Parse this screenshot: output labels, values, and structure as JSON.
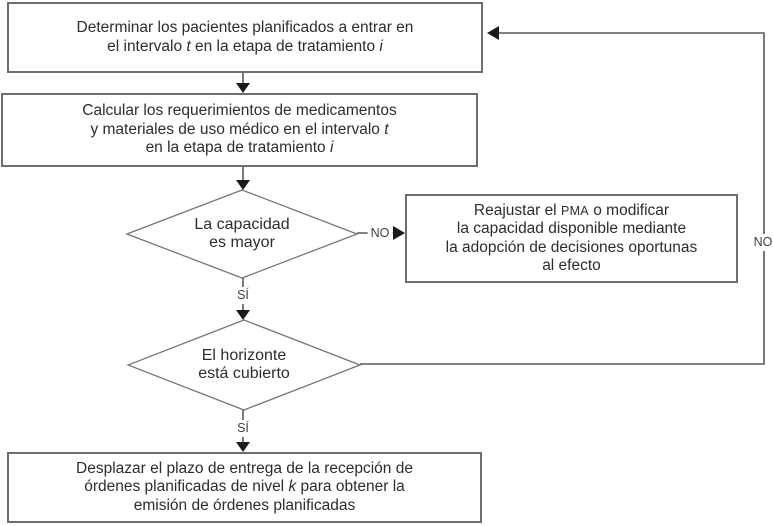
{
  "palette": {
    "background": "#ffffff",
    "box_border": "#6d6e70",
    "diamond_border": "#77787a",
    "connector": "#58595b",
    "arrowhead": "#1a1a1a",
    "text": "#2d2d2d"
  },
  "nodes": {
    "box_determinar": {
      "lines": [
        [
          {
            "t": "Determinar los pacientes planificados a entrar en"
          }
        ],
        [
          {
            "t": "el intervalo "
          },
          {
            "t": "t",
            "i": true
          },
          {
            "t": " en la etapa de tratamiento "
          },
          {
            "t": "i",
            "i": true
          }
        ]
      ]
    },
    "box_calcular": {
      "lines": [
        [
          {
            "t": "Calcular los requerimientos de medicamentos"
          }
        ],
        [
          {
            "t": "y materiales de uso médico en el intervalo "
          },
          {
            "t": "t",
            "i": true
          }
        ],
        [
          {
            "t": "en la etapa de tratamiento "
          },
          {
            "t": "i",
            "i": true
          }
        ]
      ]
    },
    "decision_capacidad": {
      "lines": [
        [
          {
            "t": "La capacidad"
          }
        ],
        [
          {
            "t": "es mayor"
          }
        ]
      ]
    },
    "box_reajustar": {
      "lines": [
        [
          {
            "t": "Reajustar el "
          },
          {
            "t": "PMA",
            "sc": true
          },
          {
            "t": " o modificar"
          }
        ],
        [
          {
            "t": "la capacidad disponible mediante"
          }
        ],
        [
          {
            "t": "la adopción de decisiones oportunas"
          }
        ],
        [
          {
            "t": "al efecto"
          }
        ]
      ]
    },
    "decision_horizonte": {
      "lines": [
        [
          {
            "t": "El horizonte"
          }
        ],
        [
          {
            "t": "está cubierto"
          }
        ]
      ]
    },
    "box_desplazar": {
      "lines": [
        [
          {
            "t": "Desplazar el plazo de entrega de la recepción de"
          }
        ],
        [
          {
            "t": "órdenes planificadas de nivel "
          },
          {
            "t": "k",
            "i": true
          },
          {
            "t": " para obtener la"
          }
        ],
        [
          {
            "t": "emisión de órdenes planificadas"
          }
        ]
      ]
    }
  },
  "labels": {
    "no_capacidad": "NO",
    "si_capacidad": "SÍ",
    "si_horizonte": "SÍ",
    "no_horizonte": "NO"
  }
}
